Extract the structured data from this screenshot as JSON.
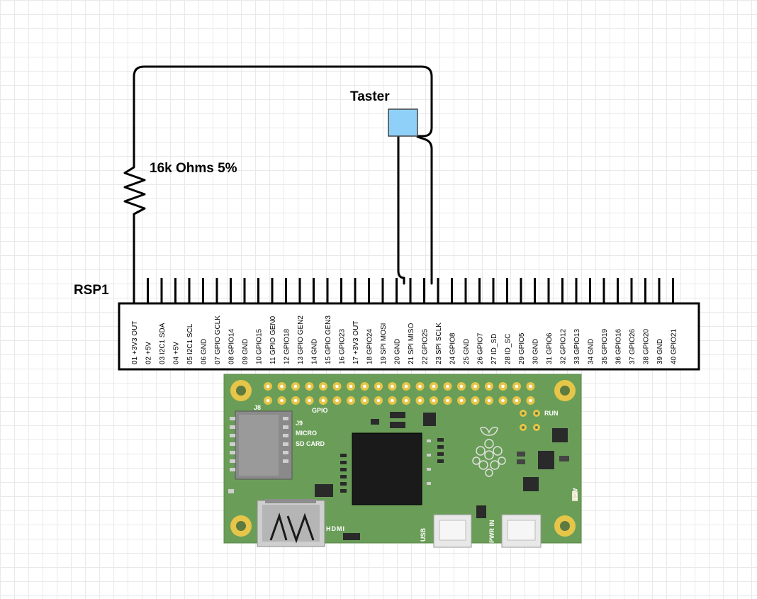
{
  "schematic": {
    "connector_label": "RSP1",
    "resistor_label": "16k Ohms 5%",
    "button_label": "Taster",
    "pins": [
      "01 +3V3 OUT",
      "02 +5V",
      "03 I2C1 SDA",
      "04 +5V",
      "05 I2C1 SCL",
      "06 GND",
      "07 GPIO GCLK",
      "08 GPIO14",
      "09 GND",
      "10 GPIO15",
      "11 GPIO GEN0",
      "12 GPIO18",
      "13 GPIO GEN2",
      "14 GND",
      "15 GPIO GEN3",
      "16 GPIO23",
      "17 +3V3 OUT",
      "18 GPIO24",
      "19 SPI MOSI",
      "20 GND",
      "21 SPI MISO",
      "22 GPIO25",
      "23 SPI SCLK",
      "24 GPIO8",
      "25 GND",
      "26 GPIO7",
      "27 ID_SD",
      "28 ID_SC",
      "29 GPIO5",
      "30 GND",
      "31 GPIO6",
      "32 GPIO12",
      "33 GPIO13",
      "34 GND",
      "35 GPIO19",
      "36 GPIO16",
      "37 GPIO26",
      "38 GPIO20",
      "39 GND",
      "40 GPIO21"
    ]
  },
  "board": {
    "j8_label": "J8",
    "gpio_label": "GPIO",
    "run_label": "RUN",
    "j9_label": "J9",
    "sd_label_1": "MICRO",
    "sd_label_2": "SD CARD",
    "hdmi_label": "HDMI",
    "usb_label": "USB",
    "pwr_label": "PWR IN",
    "act_label": "ACT"
  },
  "colors": {
    "board_green": "#6a9e58",
    "button_fill": "#8fd0f8",
    "pad_gold": "#e6c548"
  }
}
